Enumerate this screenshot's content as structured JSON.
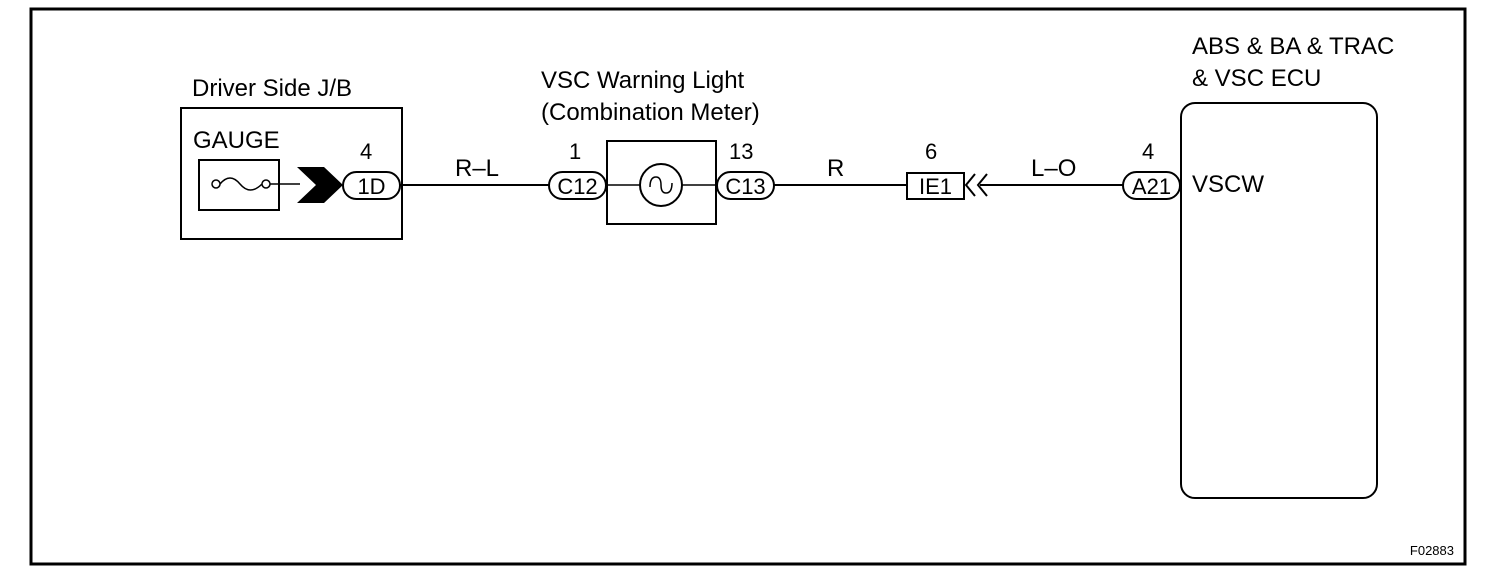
{
  "figure_code": "F02883",
  "junction_box": {
    "title": "Driver Side J/B",
    "fuse": "GAUGE",
    "pin": "4",
    "connector": "1D"
  },
  "warning_light": {
    "title_line1": "VSC Warning Light",
    "title_line2": "(Combination Meter)",
    "pin_in": "1",
    "connector_in": "C12",
    "pin_out": "13",
    "connector_out": "C13"
  },
  "junction_connector": {
    "pin": "6",
    "connector": "IE1"
  },
  "ecu": {
    "title_line1": "ABS & BA & TRAC",
    "title_line2": "& VSC ECU",
    "pin": "4",
    "connector": "A21",
    "terminal": "VSCW"
  },
  "wires": {
    "jb_to_light": "R–L",
    "light_to_ie1": "R",
    "ie1_to_ecu": "L–O"
  }
}
